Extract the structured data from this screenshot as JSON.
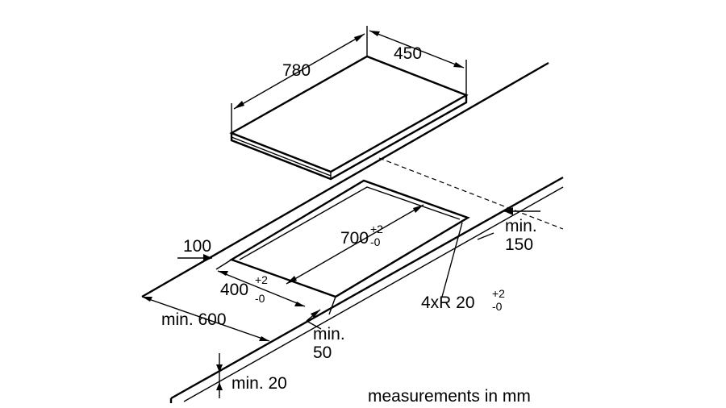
{
  "dimensions": {
    "hob_length": "780",
    "hob_width": "450",
    "cutout_length": "700",
    "cutout_length_tol_plus": "+2",
    "cutout_length_tol_minus": "-0",
    "cutout_width": "400",
    "cutout_width_tol_plus": "+2",
    "cutout_width_tol_minus": "-0",
    "corner_radius": "4xR 20",
    "corner_radius_tol_plus": "+2",
    "corner_radius_tol_minus": "-0",
    "front_edge": "100",
    "min_side_clearance_label": "min.",
    "min_side_clearance_value": "150",
    "min_depth": "min. 600",
    "min_back_label": "min.",
    "min_back_value": "50",
    "min_thickness": "min. 20"
  },
  "footer": {
    "units_note": "measurements in mm"
  }
}
